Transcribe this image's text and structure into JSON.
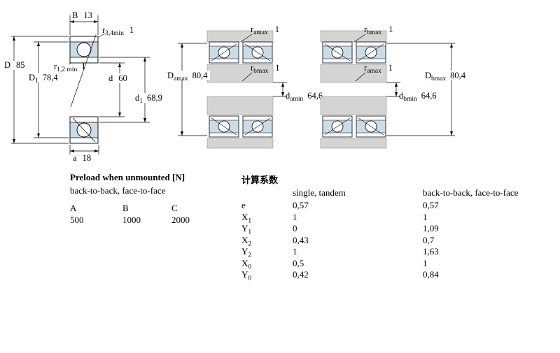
{
  "colors": {
    "pocket_blue": "#c9dde9",
    "steel_gray": "#d4d4d4",
    "line": "#000000"
  },
  "bearing_drawing": {
    "B": {
      "label": "B",
      "value": "13"
    },
    "r34": {
      "main": "r",
      "sub": "3,4min",
      "value": "1"
    },
    "D": {
      "label": "D",
      "value": "85"
    },
    "D1": {
      "main": "D",
      "sub": "1",
      "value": "78,4"
    },
    "r12": {
      "main": "r",
      "sub": "1,2 min",
      "value": "1"
    },
    "d": {
      "label": "d",
      "value": "60"
    },
    "d1": {
      "main": "d",
      "sub": "1",
      "value": "68,9"
    },
    "a": {
      "label": "a",
      "value": "18"
    }
  },
  "arrangement_left": {
    "ramax": {
      "main": "r",
      "sub": "amax",
      "value": "1"
    },
    "Damax": {
      "main": "D",
      "sub": "amax",
      "value": "80,4"
    },
    "rbmax": {
      "main": "r",
      "sub": "bmax",
      "value": "1"
    },
    "damin": {
      "main": "d",
      "sub": "amin",
      "value": "64,6"
    }
  },
  "arrangement_right": {
    "rbmax": {
      "main": "r",
      "sub": "bmax",
      "value": "1"
    },
    "ramax": {
      "main": "r",
      "sub": "amax",
      "value": "1"
    },
    "Dbmax": {
      "main": "D",
      "sub": "bmax",
      "value": "80,4"
    },
    "dbmin": {
      "main": "d",
      "sub": "bmin",
      "value": "64,6"
    }
  },
  "preload": {
    "title": "Preload when unmounted [N]",
    "subtitle": "back-to-back, face-to-face",
    "columns": [
      "A",
      "B",
      "C"
    ],
    "values": [
      "500",
      "1000",
      "2000"
    ]
  },
  "factors": {
    "title": "计算系数",
    "col1_header": "single, tandem",
    "col2_header": "back-to-back, face-to-face",
    "rows": [
      {
        "main": "e",
        "sub": "",
        "single_tandem": "0,57",
        "btb_ftf": "0,57"
      },
      {
        "main": "X",
        "sub": "1",
        "single_tandem": "1",
        "btb_ftf": "1"
      },
      {
        "main": "Y",
        "sub": "1",
        "single_tandem": "0",
        "btb_ftf": "1,09"
      },
      {
        "main": "X",
        "sub": "2",
        "single_tandem": "0,43",
        "btb_ftf": "0,7"
      },
      {
        "main": "Y",
        "sub": "2",
        "single_tandem": "1",
        "btb_ftf": "1,63"
      },
      {
        "main": "X",
        "sub": "0",
        "single_tandem": "0,5",
        "btb_ftf": "1"
      },
      {
        "main": "Y",
        "sub": "0",
        "single_tandem": "0,42",
        "btb_ftf": "0,84"
      }
    ]
  }
}
